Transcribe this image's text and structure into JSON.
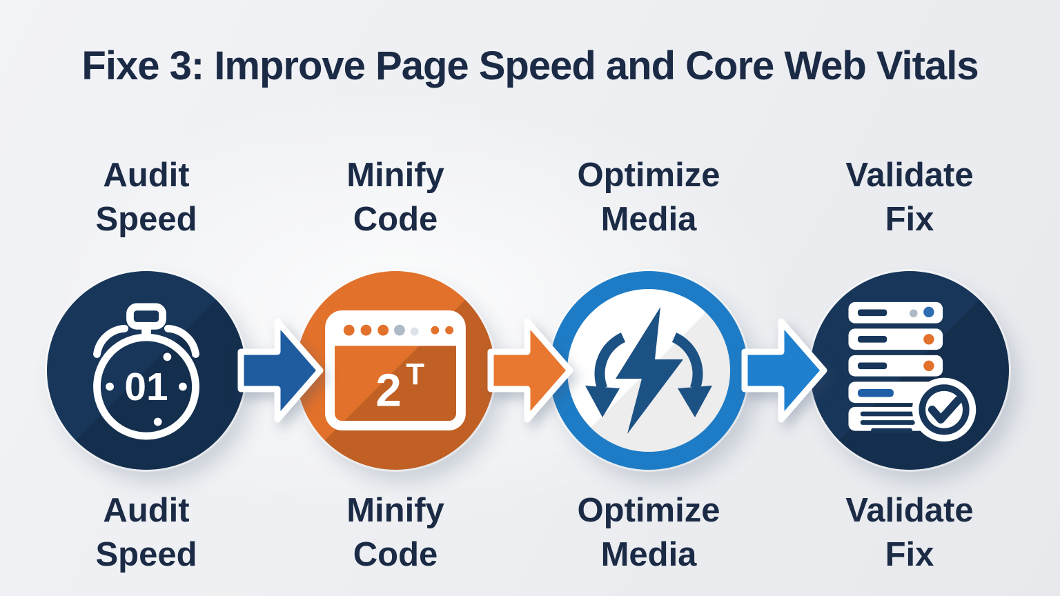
{
  "title": "Fixe 3: Improve Page Speed and Core Web Vitals",
  "steps": [
    {
      "name": "audit-speed",
      "label_lines": [
        "Audit",
        "Speed"
      ],
      "icon": "stopwatch-icon",
      "icon_text": "01",
      "circle_style": "solid-navy"
    },
    {
      "name": "minify-code",
      "label_lines": [
        "Minify",
        "Code"
      ],
      "icon": "browser-code-icon",
      "icon_text": "2",
      "icon_text_sup": "T",
      "circle_style": "solid-orange"
    },
    {
      "name": "optimize-media",
      "label_lines": [
        "Optimize",
        "Media"
      ],
      "icon": "lightning-refresh-icon",
      "circle_style": "blue-ring-white"
    },
    {
      "name": "validate-fix",
      "label_lines": [
        "Validate",
        "Fix"
      ],
      "icon": "server-check-icon",
      "circle_style": "solid-navy"
    }
  ],
  "arrows": [
    {
      "name": "arrow-1",
      "direction": "right",
      "color": "#1F5C9F"
    },
    {
      "name": "arrow-2",
      "direction": "right",
      "color": "#E8772F"
    },
    {
      "name": "arrow-3",
      "direction": "right",
      "color": "#1F80D0"
    }
  ],
  "colors": {
    "background": "#EDEFF2",
    "text": "#1B2A45",
    "navy": "#17365A",
    "orange": "#E2712B",
    "blue_ring": "#1E7CC6",
    "icon_blue": "#1C5184",
    "dot_gray": "#AEBAC6",
    "dot_faint": "#DDE2E8",
    "dot_blue": "#2F6DB3",
    "dash_blue": "#1E5FA8",
    "white": "#FFFFFF"
  }
}
